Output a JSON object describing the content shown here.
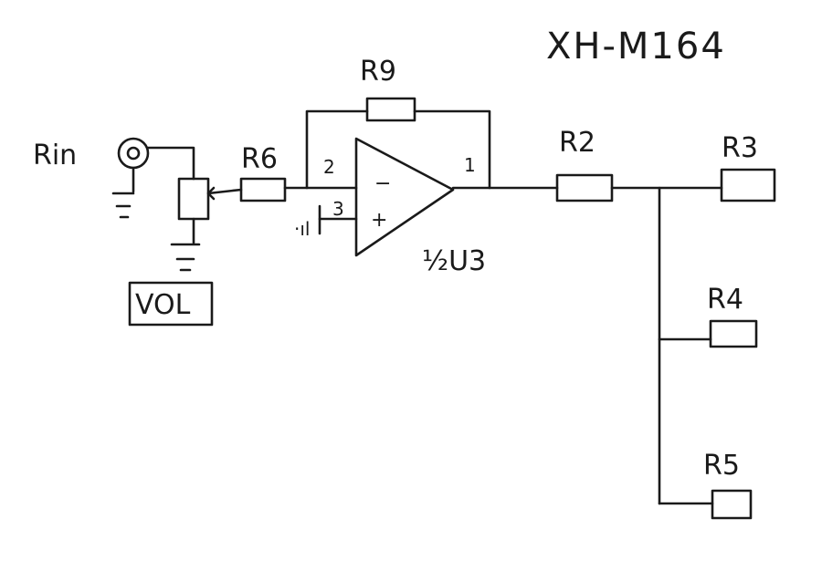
{
  "title": "XH-M164",
  "input_label": "Rin",
  "volume_label": "VOL",
  "opamp": {
    "label": "½U3",
    "pin_inverting": "2",
    "pin_noninverting": "3",
    "pin_output": "1",
    "minus_sign": "−",
    "plus_sign": "+"
  },
  "resistors": {
    "feedback": "R9",
    "input": "R6",
    "series": "R2",
    "branch_top": "R3",
    "branch_mid": "R4",
    "branch_bottom": "R5"
  },
  "misc_mark": "·ıl"
}
